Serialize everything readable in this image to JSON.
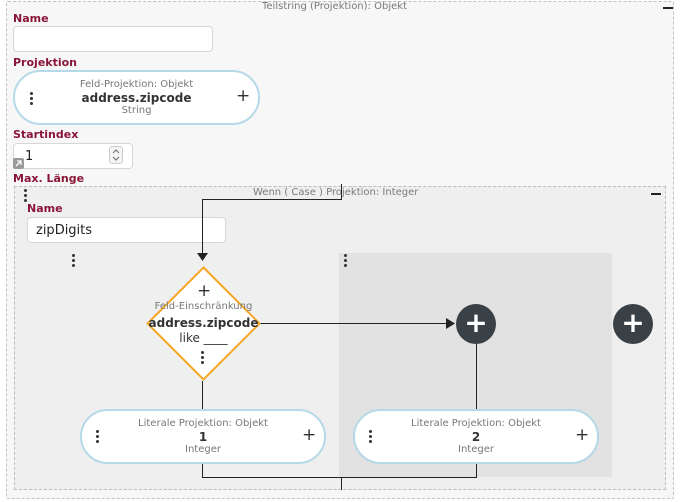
{
  "outer": {
    "title": "Teilstring (Projektion): Objekt",
    "name_label": "Name",
    "name_value": "",
    "projection_label": "Projektion",
    "projection_pill": {
      "title": "Feld-Projektion: Objekt",
      "main": "address.zipcode",
      "type": "String"
    },
    "start_label": "Startindex",
    "start_value": "1",
    "maxlen_label": "Max. Länge"
  },
  "inner": {
    "title": "Wenn ( Case ) Projektion: Integer",
    "name_label": "Name",
    "name_value": "zipDigits",
    "condition": {
      "title": "Feld-Einschränkung",
      "main": "address.zipcode",
      "sub": "like ____"
    },
    "literal1": {
      "title": "Literale Projektion: Objekt",
      "main": "1",
      "type": "Integer"
    },
    "literal2": {
      "title": "Literale Projektion: Objekt",
      "main": "2",
      "type": "Integer"
    }
  },
  "icons": {
    "plus": "+",
    "collapse": "minus-icon",
    "menu": "kebab-icon",
    "add": "plus-circle-icon",
    "link": "link-arrow-icon",
    "stepper": "stepper-arrows-icon"
  },
  "colors": {
    "label": "#8a1538",
    "pill_border": "#b5d9e8",
    "diamond_border": "#f5a623",
    "add_button": "#394147"
  }
}
